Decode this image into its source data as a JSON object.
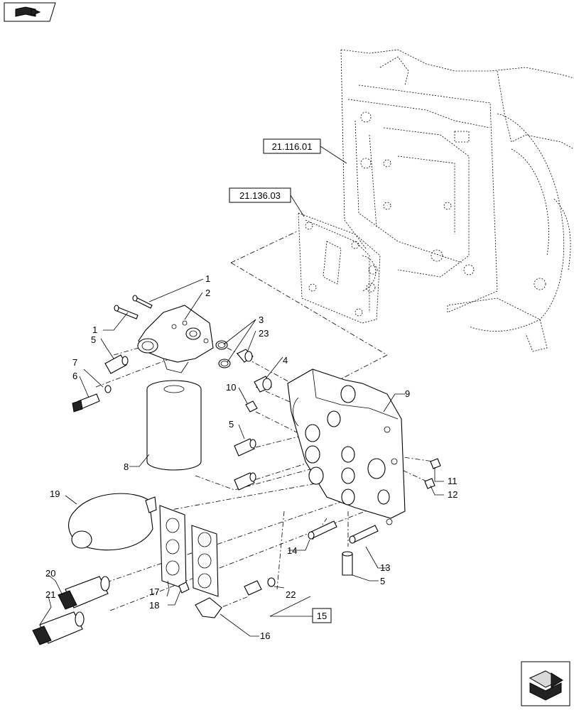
{
  "diagram": {
    "references": {
      "ref_a": "21.116.01",
      "ref_b": "21.136.03",
      "ref_c": "15"
    },
    "callouts": {
      "c1a": "1",
      "c1b": "1",
      "c2": "2",
      "c3": "3",
      "c23": "23",
      "c4": "4",
      "c5a": "5",
      "c5b": "5",
      "c5c": "5",
      "c6": "6",
      "c7": "7",
      "c8": "8",
      "c9": "9",
      "c10": "10",
      "c11": "11",
      "c12": "12",
      "c13": "13",
      "c14": "14",
      "c16": "16",
      "c17": "17",
      "c18": "18",
      "c19": "19",
      "c20": "20",
      "c21": "21",
      "c22": "22"
    },
    "icons": {
      "top_left": "book-with-arrow-icon",
      "bottom_right": "next-page-arrow-icon"
    }
  }
}
